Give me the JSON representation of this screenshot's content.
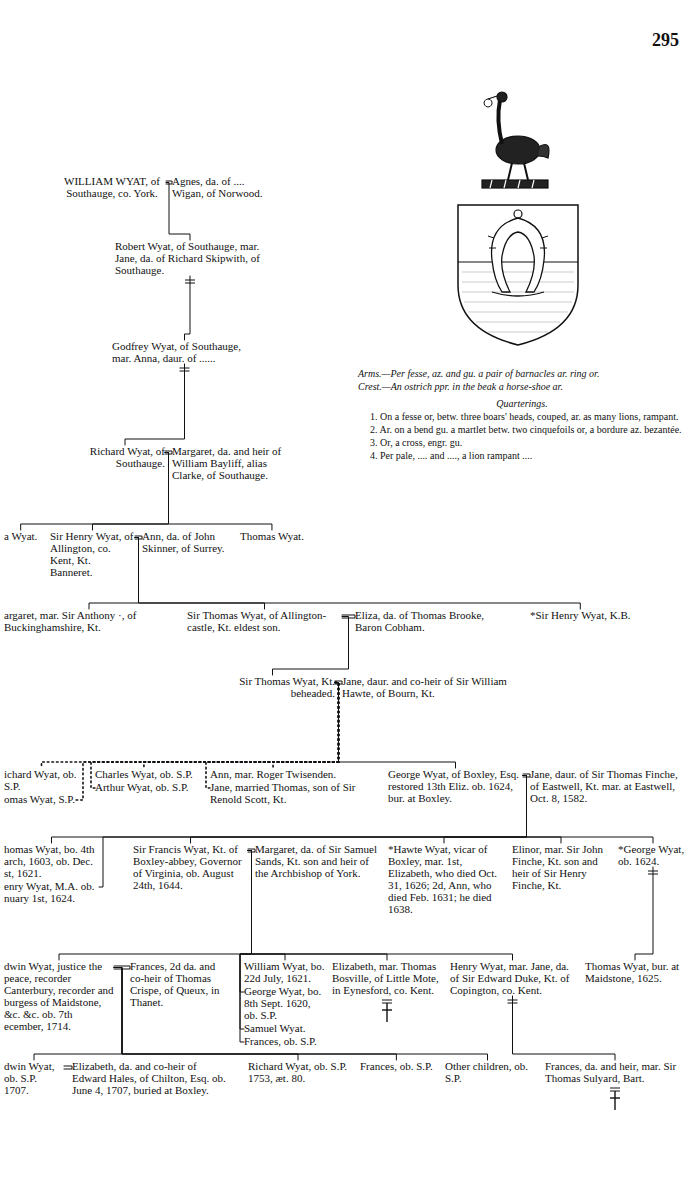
{
  "diagram": {
    "nodes": [
      {
        "text": [
          "WILLIAM WYAT, of Southauge, co. York."
        ]
      },
      {
        "text": [
          "Agnes, da. of .... Wigan, of Norwood."
        ]
      },
      {
        "text": [
          "Robert Wyat, of Southauge, mar. Jane, da. of Richard Skipwith, of Southauge."
        ]
      },
      {
        "text": [
          "Godfrey Wyat, of Southauge, mar. Anna, daur. of ......"
        ]
      },
      {
        "text": [
          "Richard Wyat, of Southauge."
        ]
      },
      {
        "text": [
          "Margaret, da. and heir of William Bayliff, alias Clarke, of Southauge."
        ]
      },
      {
        "text": [
          "a Wyat."
        ]
      },
      {
        "text": [
          "Sir Henry Wyat, of Allington, co. Kent, Kt. Banneret."
        ]
      },
      {
        "text": [
          "Ann, da. of John Skinner, of Surrey."
        ]
      },
      {
        "text": [
          "Thomas Wyat."
        ]
      },
      {
        "text": [
          "argaret, mar. Sir Anthony ·, of Buckinghamshire, Kt."
        ]
      },
      {
        "text": [
          "Sir Thomas Wyat, of Allington-castle, Kt. eldest son."
        ]
      },
      {
        "text": [
          "Eliza, da. of Thomas Brooke, Baron Cobham."
        ]
      },
      {
        "text": [
          "*Sir Henry Wyat, K.B."
        ]
      },
      {
        "text": [
          "Sir Thomas Wyat, Kt. beheaded."
        ]
      },
      {
        "text": [
          "Jane, daur. and co-heir of Sir William Hawte, of Bourn, Kt."
        ]
      },
      {
        "text": [
          "ichard Wyat, ob. S.P."
        ]
      },
      {
        "text": [
          "omas Wyat, S.P."
        ]
      },
      {
        "text": [
          "Charles Wyat, ob. S.P."
        ]
      },
      {
        "text": [
          "Arthur Wyat, ob. S.P."
        ]
      },
      {
        "text": [
          "Ann, mar. Roger Twisenden."
        ]
      },
      {
        "text": [
          "Jane, married Thomas, son of Sir Renold Scott, Kt."
        ]
      },
      {
        "text": [
          "George Wyat, of Boxley, Esq. restored 13th Eliz. ob. 1624, bur. at Boxley."
        ]
      },
      {
        "text": [
          "Jane, daur. of Sir Thomas Finche, of Eastwell, Kt. mar. at Eastwell, Oct. 8, 1582."
        ]
      },
      {
        "text": [
          "homas Wyat, bo. 4th arch, 1603, ob. Dec. st, 1621."
        ]
      },
      {
        "text": [
          "enry Wyat, M.A. ob. nuary 1st, 1624."
        ]
      },
      {
        "text": [
          "Sir Francis Wyat, Kt. of Boxley-abbey, Governor of Virginia, ob. August 24th, 1644."
        ]
      },
      {
        "text": [
          "Margaret, da. of Sir Samuel Sands, Kt. son and heir of the Archbishop of York."
        ]
      },
      {
        "text": [
          "*Hawte Wyat, vicar of Boxley, mar. 1st, Elizabeth, who died Oct. 31, 1626; 2d, Ann, who died Feb. 1631; he died 1638."
        ]
      },
      {
        "text": [
          "Elinor, mar. Sir John Finche, Kt. son and heir of Sir Henry Finche, Kt."
        ]
      },
      {
        "text": [
          "*George Wyat, ob. 1624."
        ]
      },
      {
        "text": [
          "dwin Wyat, justice the peace, recorder Canterbury, recorder and burgess of Maidstone, &c. &c. ob. 7th ecember, 1714."
        ]
      },
      {
        "text": [
          "Frances, 2d da. and co-heir of Thomas Crispe, of Queux, in Thanet."
        ]
      },
      {
        "text": [
          "William Wyat, bo. 22d July, 1621."
        ]
      },
      {
        "text": [
          "George Wyat, bo. 8th Sept. 1620, ob. S.P."
        ]
      },
      {
        "text": [
          "Samuel Wyat."
        ]
      },
      {
        "text": [
          "Frances, ob. S.P."
        ]
      },
      {
        "text": [
          "Elizabeth, mar. Thomas Bosville, of Little Mote, in Eynesford, co. Kent."
        ]
      },
      {
        "text": [
          "Henry Wyat, mar. Jane, da. of Sir Edward Duke, Kt. of Copington, co. Kent."
        ]
      },
      {
        "text": [
          "Thomas Wyat, bur. at Maidstone, 1625."
        ]
      },
      {
        "text": [
          "dwin Wyat, ob. S.P. 1707."
        ]
      },
      {
        "text": [
          "Elizabeth, da. and co-heir of Edward Hales, of Chilton, Esq. ob. June 4, 1707, buried at Boxley."
        ]
      },
      {
        "text": [
          "Richard Wyat, ob. S.P. 1753, æt. 80."
        ]
      },
      {
        "text": [
          "Frances, ob. S.P."
        ]
      },
      {
        "text": [
          "Other children, ob. S.P."
        ]
      },
      {
        "text": [
          "Frances, da. and heir, mar. Sir Thomas Sulyard, Bart."
        ]
      }
    ],
    "edges": [
      {
        "from": 0,
        "to": 1,
        "arrow": "none"
      },
      {
        "from": 4,
        "to": 5,
        "arrow": "none"
      },
      {
        "from": 7,
        "to": 8,
        "arrow": "none"
      },
      {
        "from": 11,
        "to": 12,
        "arrow": "none"
      },
      {
        "from": 14,
        "to": 15,
        "arrow": "none"
      },
      {
        "from": 22,
        "to": 23,
        "arrow": "none"
      },
      {
        "from": 26,
        "to": 27,
        "arrow": "none"
      },
      {
        "from": 31,
        "to": 32,
        "arrow": "none"
      },
      {
        "from": 40,
        "to": 41,
        "arrow": "none"
      },
      {
        "from": 0,
        "to": 2,
        "arrow": "none"
      },
      {
        "from": 2,
        "to": 3,
        "arrow": "none"
      },
      {
        "from": 3,
        "to": 4,
        "arrow": "none"
      },
      {
        "from": 4,
        "to": 6,
        "arrow": "none"
      },
      {
        "from": 4,
        "to": 7,
        "arrow": "none"
      },
      {
        "from": 4,
        "to": 9,
        "arrow": "none"
      },
      {
        "from": 7,
        "to": 10,
        "arrow": "none"
      },
      {
        "from": 7,
        "to": 11,
        "arrow": "none"
      },
      {
        "from": 7,
        "to": 13,
        "arrow": "none"
      },
      {
        "from": 11,
        "to": 14,
        "arrow": "none"
      },
      {
        "from": 14,
        "to": 16,
        "arrow": "none"
      },
      {
        "from": 14,
        "to": 17,
        "arrow": "none"
      },
      {
        "from": 14,
        "to": 18,
        "arrow": "none"
      },
      {
        "from": 14,
        "to": 19,
        "arrow": "none"
      },
      {
        "from": 14,
        "to": 20,
        "arrow": "none"
      },
      {
        "from": 14,
        "to": 21,
        "arrow": "none"
      },
      {
        "from": 14,
        "to": 22,
        "arrow": "none"
      },
      {
        "from": 22,
        "to": 24,
        "arrow": "none"
      },
      {
        "from": 22,
        "to": 25,
        "arrow": "none"
      },
      {
        "from": 22,
        "to": 26,
        "arrow": "none"
      },
      {
        "from": 22,
        "to": 28,
        "arrow": "none"
      },
      {
        "from": 22,
        "to": 29,
        "arrow": "none"
      },
      {
        "from": 22,
        "to": 30,
        "arrow": "none"
      },
      {
        "from": 26,
        "to": 31,
        "arrow": "none"
      },
      {
        "from": 26,
        "to": 33,
        "arrow": "none"
      },
      {
        "from": 26,
        "to": 34,
        "arrow": "none"
      },
      {
        "from": 26,
        "to": 35,
        "arrow": "none"
      },
      {
        "from": 26,
        "to": 36,
        "arrow": "none"
      },
      {
        "from": 26,
        "to": 37,
        "arrow": "none"
      },
      {
        "from": 26,
        "to": 38,
        "arrow": "none"
      },
      {
        "from": 30,
        "to": 39,
        "arrow": "none"
      },
      {
        "from": 31,
        "to": 40,
        "arrow": "none"
      },
      {
        "from": 31,
        "to": 42,
        "arrow": "none"
      },
      {
        "from": 31,
        "to": 43,
        "arrow": "none"
      },
      {
        "from": 31,
        "to": 44,
        "arrow": "none"
      },
      {
        "from": 38,
        "to": 45,
        "arrow": "none"
      }
    ],
    "labels": [
      "295",
      "Arms.—Per fesse, az. and gu. a pair of barnacles ar. ring or.",
      "Crest.—An ostrich ppr. in the beak a horse-shoe ar.",
      "Quarterings.",
      "1. On a fesse or, betw. three boars' heads, couped, ar. as many lions, rampant.",
      "2. Ar. on a bend gu. a martlet betw. two cinquefoils or, a bordure az. bezantée.",
      "3. Or, a cross, engr. gu.",
      "4. Per pale, .... and ...., a lion rampant ...."
    ]
  }
}
